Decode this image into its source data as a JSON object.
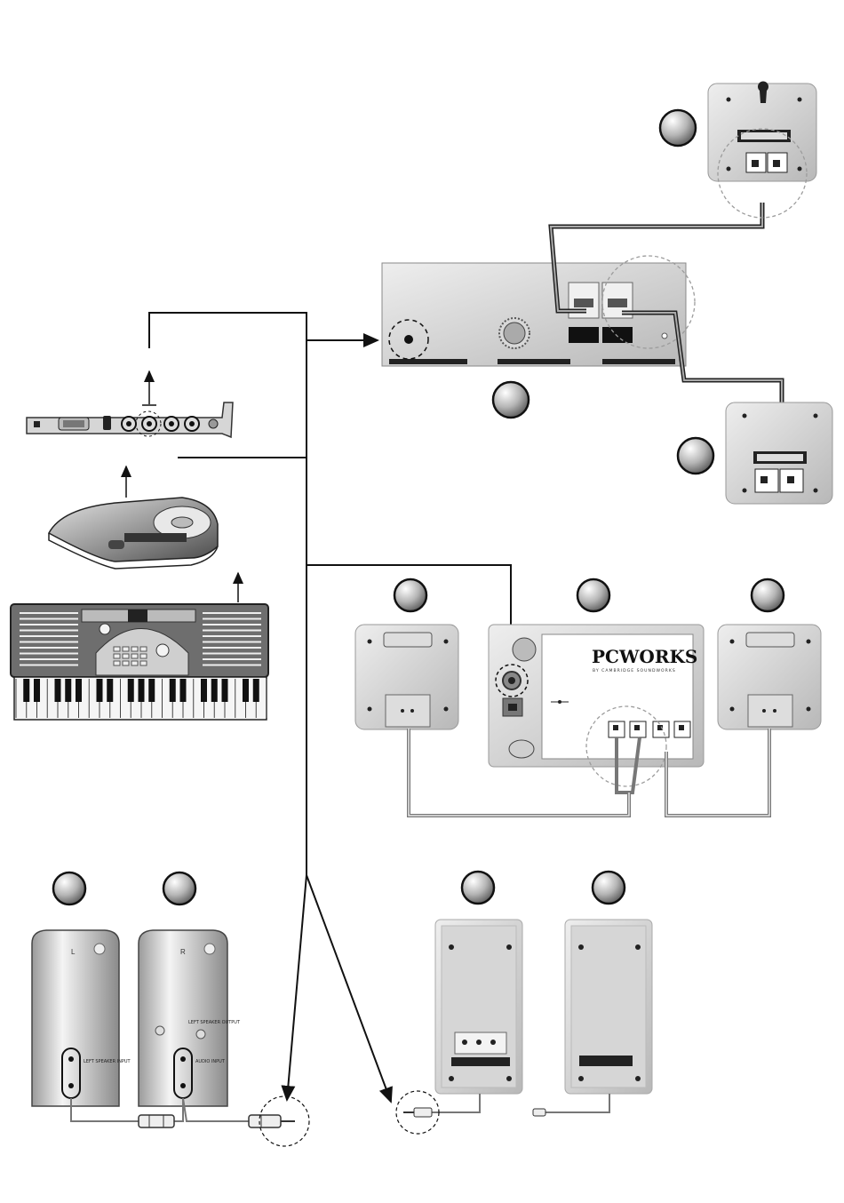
{
  "brand": {
    "name": "PCWORKS",
    "tagline": "BY CAMBRIDGE SOUNDWORKS"
  },
  "speaker_labels": {
    "left": "L",
    "right": "R",
    "left_input": "LEFT SPEAKER INPUT",
    "right_output": "LEFT SPEAKER OUTPUT",
    "audio_input": "AUDIO INPUT"
  },
  "colors": {
    "line": "#111111",
    "panel": "#c9c9c9",
    "panel_dark": "#9a9a9a",
    "callout": "#9c9c9c",
    "cable": "#555555"
  }
}
